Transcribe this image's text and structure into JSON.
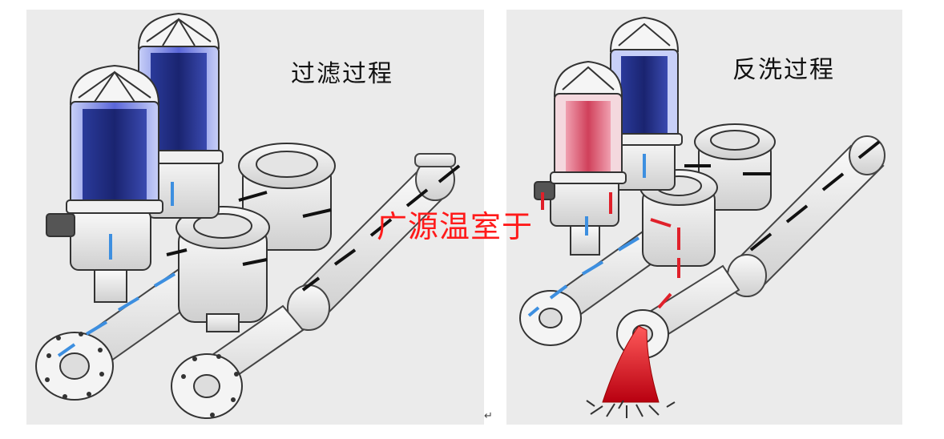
{
  "panels": {
    "filtration": {
      "title": "过滤过程"
    },
    "backwash": {
      "title": "反洗过程"
    }
  },
  "watermark": "广源温室于",
  "return_mark": "↵",
  "colors": {
    "panel_bg": "#ebebeb",
    "clean_flow": "#3d8fe0",
    "dirty_flow": "#e0202a",
    "inlet_flow": "#111111",
    "disc_stack": "#1e2a80",
    "disc_stack_backwash": "#d0405a",
    "watermark": "#ff1a1a"
  },
  "icons": [
    "disc-filter-icon",
    "flow-arrow-icon",
    "pipe-flange-icon"
  ]
}
